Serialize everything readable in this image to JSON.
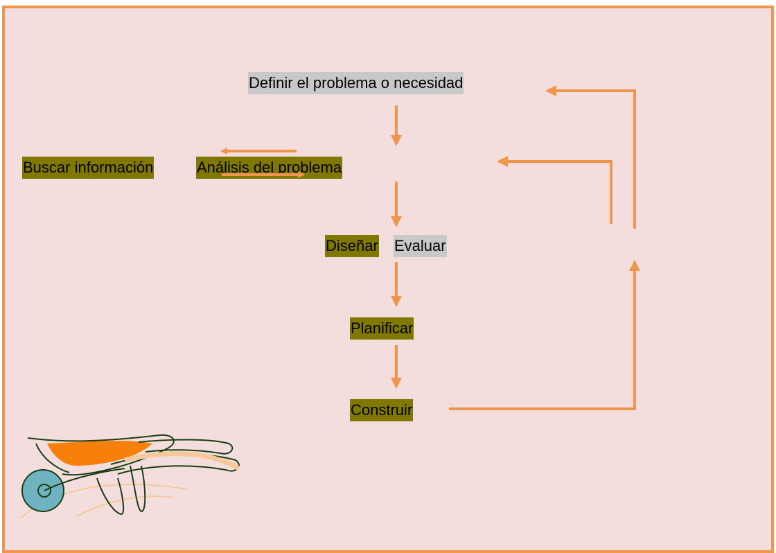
{
  "diagram": {
    "steps": {
      "define": "Definir el problema o necesidad",
      "search": "Buscar información",
      "analysis": "Análisis del problema",
      "design": "Diseñar",
      "evaluate": "Evaluar",
      "plan": "Planificar",
      "build": "Construir"
    },
    "colors": {
      "background": "#f3dedd",
      "border": "#f0964c",
      "arrow": "#f0964c",
      "highlight_olive": "#807800",
      "highlight_gray": "#c8c8c8"
    },
    "illustration": "wheelbarrow"
  }
}
